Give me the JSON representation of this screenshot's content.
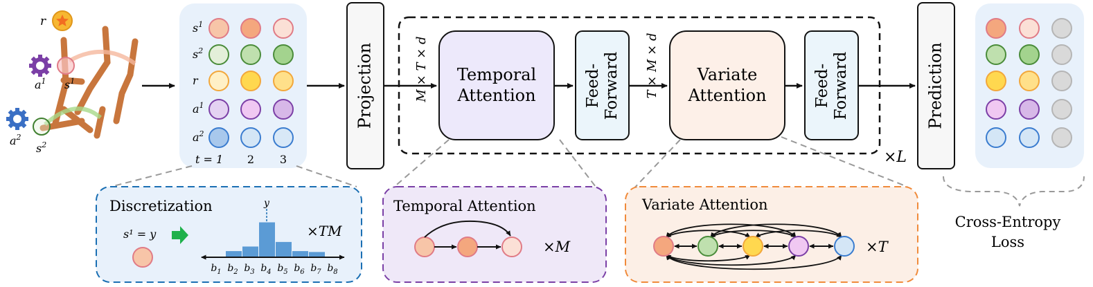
{
  "robot": {
    "reward_label": "r",
    "a1_label": "a",
    "a1_sup": "1",
    "s1_label": "s",
    "s1_sup": "1",
    "a2_label": "a",
    "a2_sup": "2",
    "s2_label": "s",
    "s2_sup": "2"
  },
  "token_grid": {
    "row_labels": [
      {
        "base": "s",
        "sup": "1"
      },
      {
        "base": "s",
        "sup": "2"
      },
      {
        "base": "r",
        "sup": ""
      },
      {
        "base": "a",
        "sup": "1"
      },
      {
        "base": "a",
        "sup": "2"
      }
    ],
    "time_label": "t = 1",
    "time_2": "2",
    "time_3": "3",
    "rows": [
      {
        "stroke": "#e07b86",
        "fills": [
          "#f7c5a8",
          "#f4a77e",
          "#fbe0d6"
        ]
      },
      {
        "stroke": "#4a8c3a",
        "fills": [
          "#e3efd9",
          "#bfe0ae",
          "#a3d38e"
        ]
      },
      {
        "stroke": "#f2a73b",
        "fills": [
          "#fff0c6",
          "#ffd84f",
          "#ffe08a"
        ]
      },
      {
        "stroke": "#7b3fa6",
        "fills": [
          "#e4d2f2",
          "#f0c8f2",
          "#d7b8e8"
        ]
      },
      {
        "stroke": "#3a7ccf",
        "fills": [
          "#a8c8ec",
          "#d4e6f6",
          "#d8e8f7"
        ]
      }
    ]
  },
  "projection_label": "Projection",
  "prediction_label": "Prediction",
  "shape_1": "M × T × d",
  "shape_2": "T × M × d",
  "temporal_attention_label": [
    "Temporal",
    "Attention"
  ],
  "variate_attention_label": [
    "Variate",
    "Attention"
  ],
  "feed_forward_label": [
    "Feed-",
    "Forward"
  ],
  "repeat_label": "×L",
  "output_grid": {
    "rows": [
      {
        "stroke": "#e07b86",
        "fills": [
          "#f4a77e",
          "#fbe0d6",
          "#d9d9d9"
        ]
      },
      {
        "stroke": "#4a8c3a",
        "fills": [
          "#bfe0ae",
          "#a3d38e",
          "#d9d9d9"
        ]
      },
      {
        "stroke": "#f2a73b",
        "fills": [
          "#ffd84f",
          "#ffe08a",
          "#d9d9d9"
        ]
      },
      {
        "stroke": "#7b3fa6",
        "fills": [
          "#f0c8f2",
          "#d7b8e8",
          "#d9d9d9"
        ]
      },
      {
        "stroke": "#3a7ccf",
        "fills": [
          "#d4e6f6",
          "#d4e6f6",
          "#d9d9d9"
        ]
      }
    ]
  },
  "loss_label": [
    "Cross-Entropy",
    "Loss"
  ],
  "discretization": {
    "title": "Discretization",
    "equation": "s¹ = y",
    "y_label": "y",
    "multiplier": "×TM",
    "bins": [
      "b1",
      "b2",
      "b3",
      "b4",
      "b5",
      "b6",
      "b7",
      "b8"
    ],
    "bin_heights": [
      0.0,
      0.12,
      0.22,
      0.75,
      0.32,
      0.12,
      0.1,
      0.0
    ]
  },
  "temporal_panel": {
    "title": "Temporal Attention",
    "multiplier": "×M"
  },
  "variate_panel": {
    "title": "Variate Attention",
    "multiplier": "×T"
  }
}
